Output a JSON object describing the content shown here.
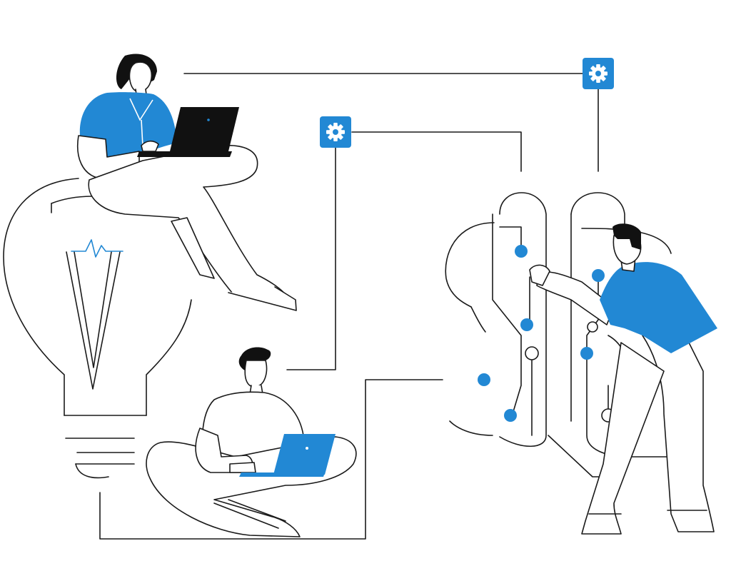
{
  "colors": {
    "accent": "#2288d4",
    "ink": "#1a1a1a",
    "background": "#ffffff",
    "laptop_dark": "#111111"
  },
  "icons": [
    "gear-icon",
    "gear-icon"
  ],
  "figures": [
    "woman-with-laptop",
    "man-with-laptop",
    "man-pointing"
  ]
}
